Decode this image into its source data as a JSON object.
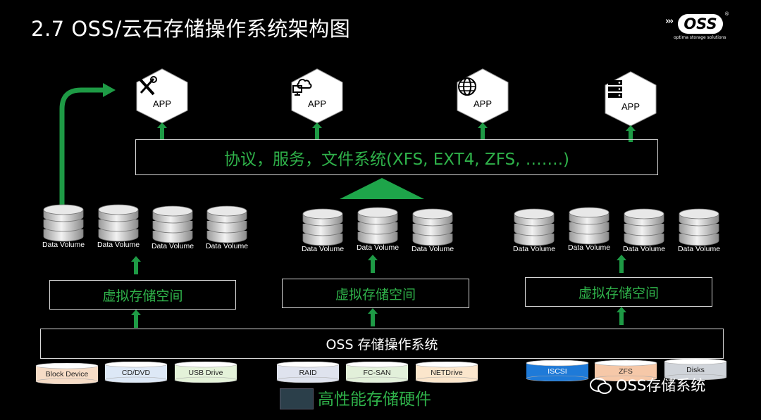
{
  "title": "2.7 OSS/云石存储操作系统架构图",
  "logo": {
    "text": "OSS",
    "tagline": "optima storage solutions",
    "reg": "®"
  },
  "apps": [
    {
      "label": "APP",
      "icon": "tools-icon"
    },
    {
      "label": "APP",
      "icon": "cloud-computer-icon"
    },
    {
      "label": "APP",
      "icon": "globe-icon"
    },
    {
      "label": "APP",
      "icon": "server-icon"
    }
  ],
  "protocol_bar": "协议，服务，文件系统(XFS, EXT4, ZFS, …….)",
  "volume_label": "Data Volume",
  "virtual_space_label": "虚拟存储空间",
  "os_bar": "OSS 存储操作系统",
  "devices": [
    {
      "label": "Block Device",
      "color": "#f6dcc6"
    },
    {
      "label": "CD/DVD",
      "color": "#dde8f6"
    },
    {
      "label": "USB Drive",
      "color": "#e4f2d9"
    },
    {
      "label": "RAID",
      "color": "#dfe3ee"
    },
    {
      "label": "FC-SAN",
      "color": "#e2f0da"
    },
    {
      "label": "NETDrive",
      "color": "#fbe6cc"
    },
    {
      "label": "ISCSI",
      "color": "#1e7ad8"
    },
    {
      "label": "ZFS",
      "color": "#f6c8a8"
    },
    {
      "label": "Disks",
      "color": "#d0d4da"
    }
  ],
  "hardware_label": "高性能存储硬件",
  "watermark": "OSS存储系统",
  "colors": {
    "accent_green": "#2fb24a",
    "arrow_green": "#1e9a45"
  }
}
